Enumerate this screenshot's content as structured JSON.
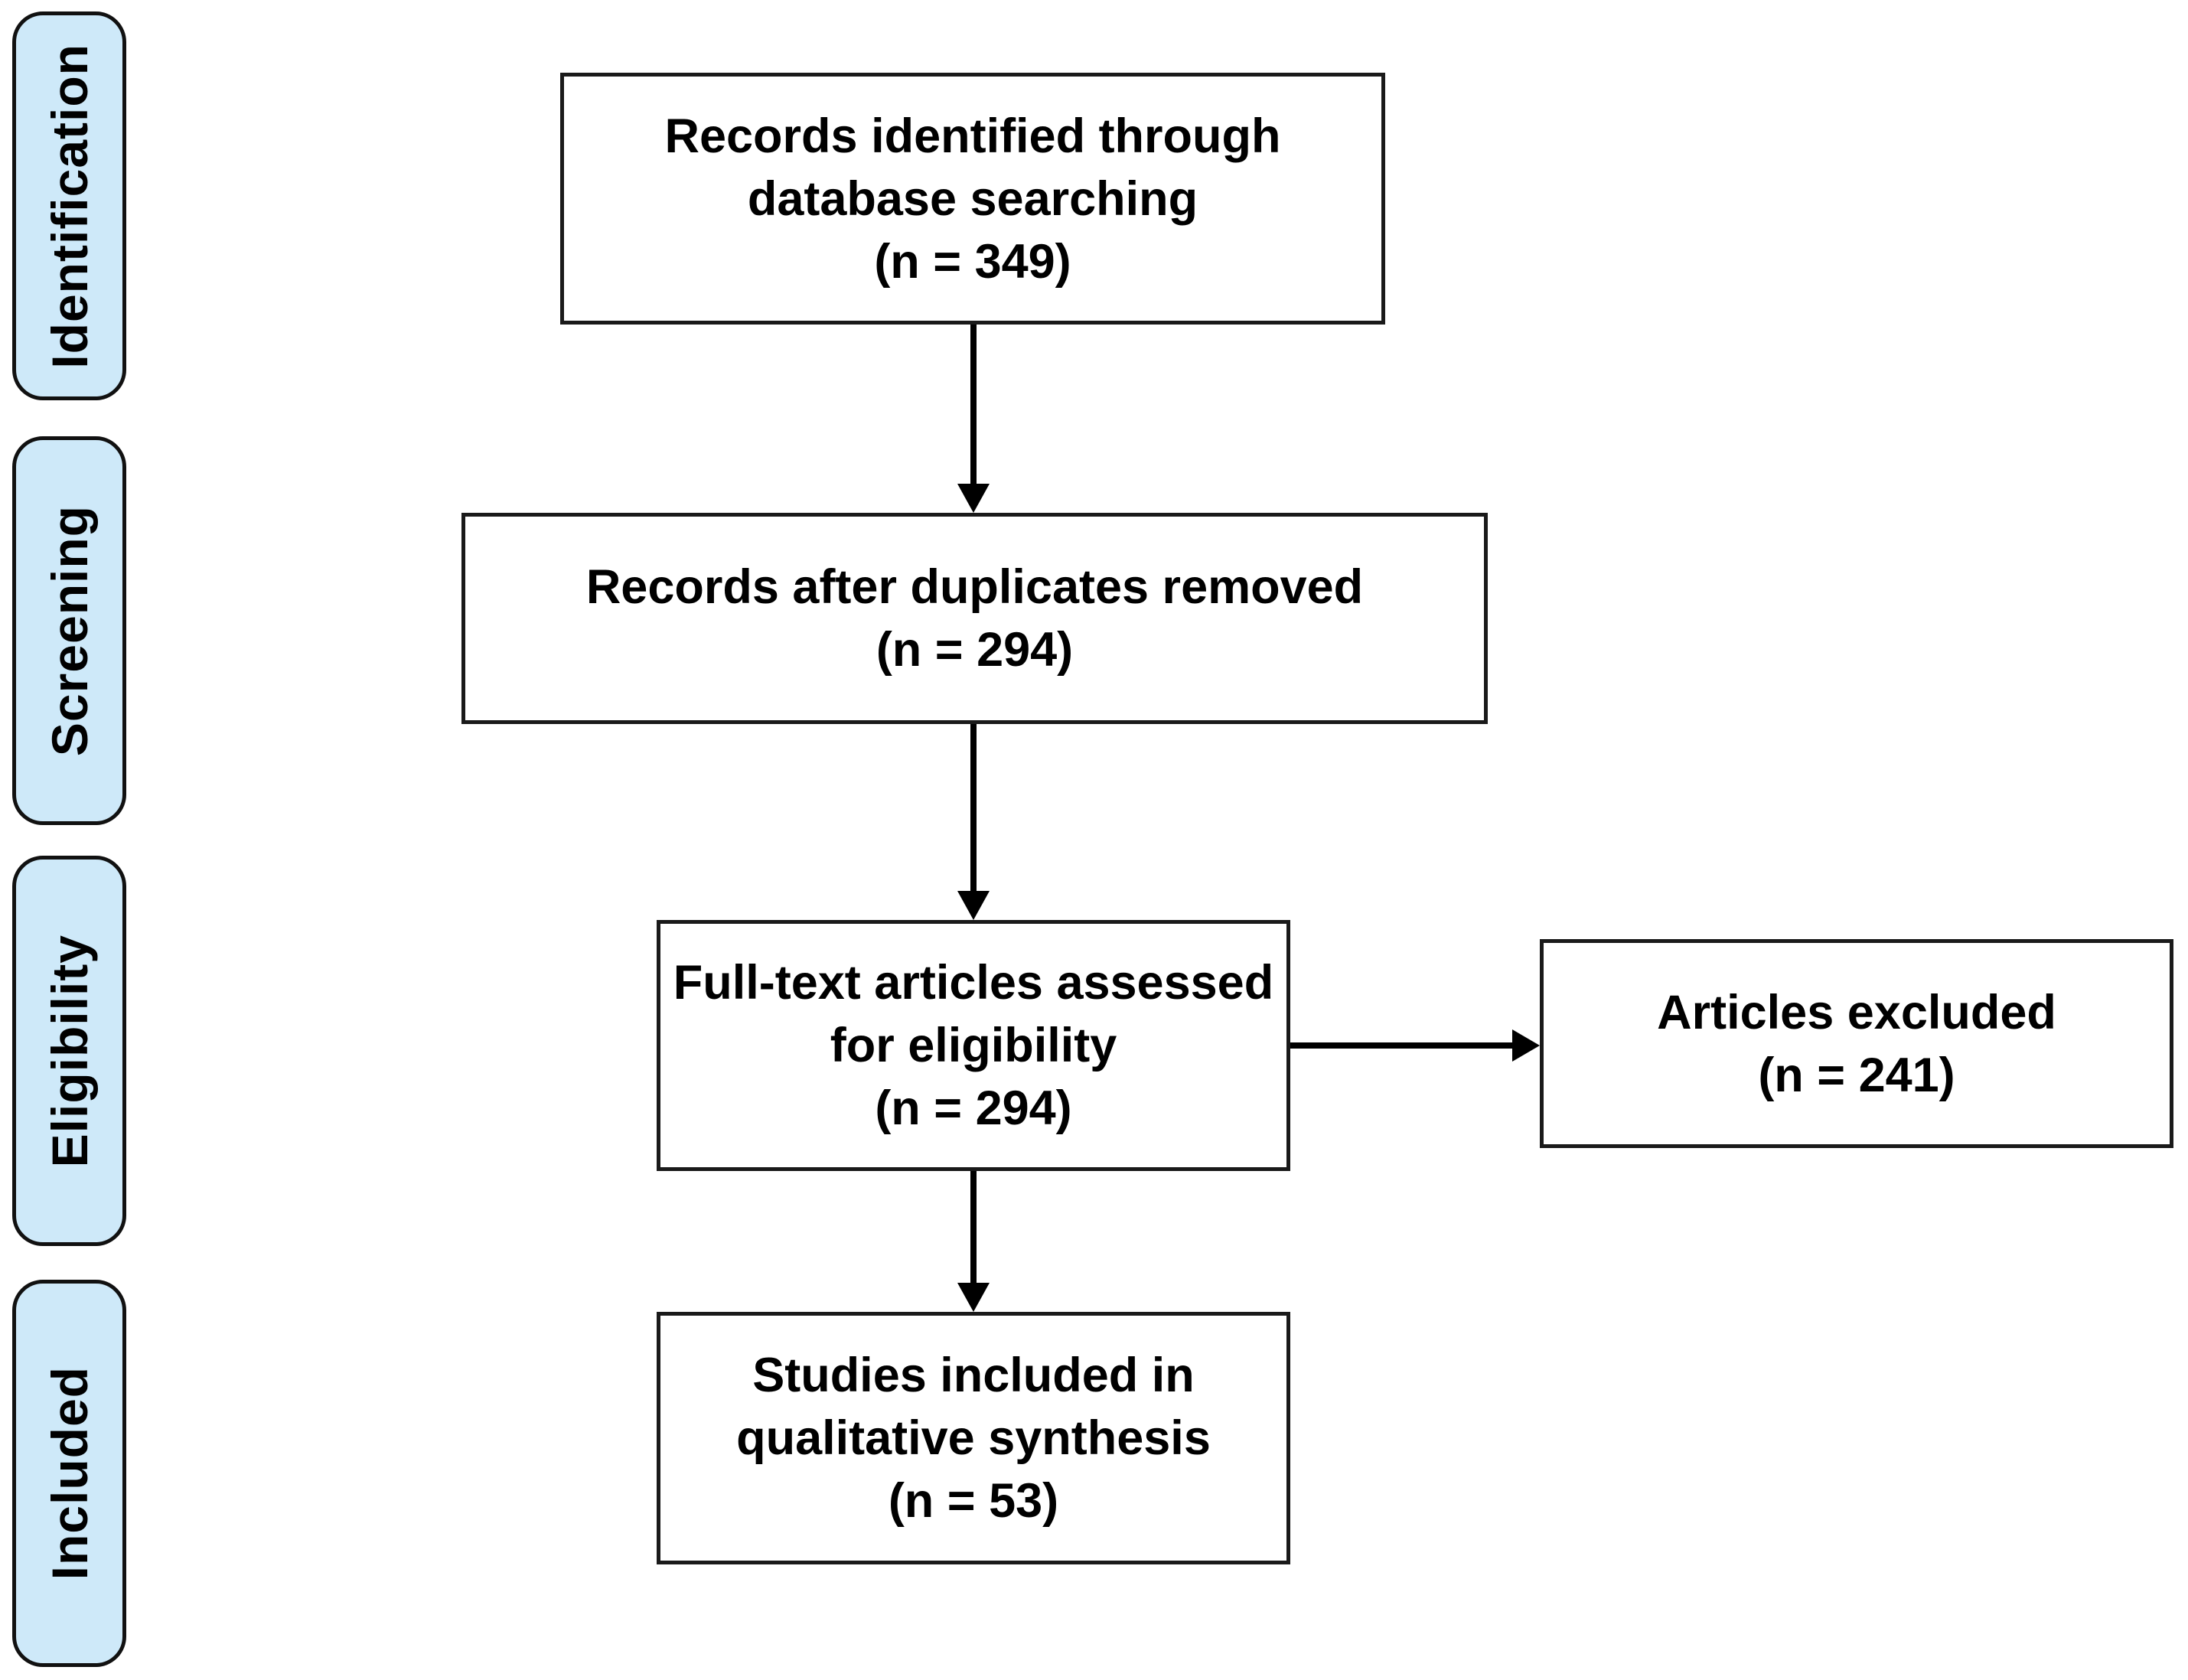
{
  "sidebar_stages": [
    {
      "label": "Identification"
    },
    {
      "label": "Screening"
    },
    {
      "label": "Eligibility"
    },
    {
      "label": "Included"
    }
  ],
  "boxes": {
    "records_identified": {
      "lines": [
        "Records identified through",
        "database searching",
        "(n = 349)"
      ],
      "count": 349
    },
    "records_after_duplicates": {
      "lines": [
        "Records after duplicates removed",
        "(n = 294)"
      ],
      "count": 294
    },
    "fulltext_assessed": {
      "lines": [
        "Full-text articles assessed",
        "for eligibility",
        "(n = 294)"
      ],
      "count": 294
    },
    "articles_excluded": {
      "lines": [
        "Articles excluded",
        "(n = 241)"
      ],
      "count": 241
    },
    "studies_included": {
      "lines": [
        "Studies included in",
        "qualitative synthesis",
        "(n = 53)"
      ],
      "count": 53
    }
  },
  "colors": {
    "stage_fill": "#cee9f9",
    "stage_border": "#111111",
    "box_fill": "#ffffff",
    "box_border": "#1a1a1a",
    "arrow": "#000000",
    "text": "#000000",
    "background": "#ffffff"
  }
}
